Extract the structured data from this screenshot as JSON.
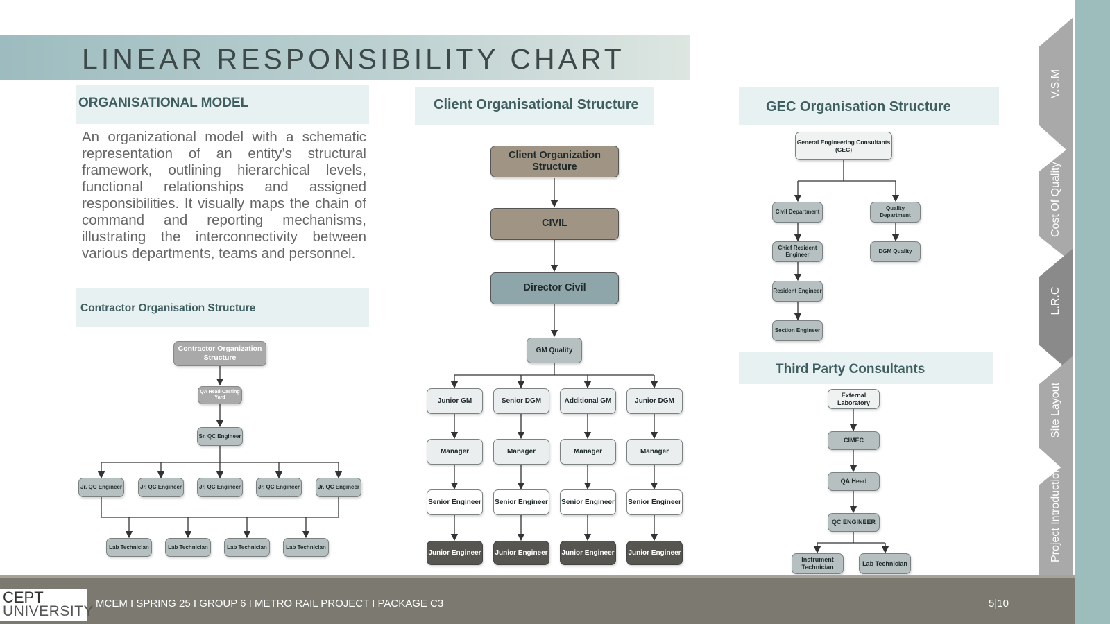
{
  "title": "LINEAR RESPONSIBILITY CHART",
  "organisational_model": {
    "heading": "ORGANISATIONAL MODEL",
    "text": "An organizational model with a schematic representation of an entity’s structural framework, outlining hierarchical levels, functional relationships and assigned responsibilities. It visually maps the chain of command and reporting mechanisms, illustrating the interconnectivity between various departments, teams and personnel."
  },
  "contractor": {
    "heading": "Contractor Organisation Structure",
    "root": "Contractor Organization Structure",
    "qa_head": "QA Head-Casting Yard",
    "sr_qc": "Sr. QC Engineer",
    "jr_qc": [
      "Jr. QC Engineer",
      "Jr. QC Engineer",
      "Jr. QC Engineer",
      "Jr. QC Engineer",
      "Jr. QC Engineer"
    ],
    "lab": [
      "Lab Technician",
      "Lab Technician",
      "Lab Technician",
      "Lab Technician"
    ]
  },
  "client": {
    "heading": "Client Organisational Structure",
    "root": "Client Organization Structure",
    "civil": "CIVIL",
    "director": "Director Civil",
    "gm_quality": "GM Quality",
    "level1": [
      "Junior GM",
      "Senior DGM",
      "Additional GM",
      "Junior DGM"
    ],
    "managers": [
      "Manager",
      "Manager",
      "Manager",
      "Manager"
    ],
    "senior_engineers": [
      "Senior Engineer",
      "Senior Engineer",
      "Senior Engineer",
      "Senior Engineer"
    ],
    "junior_engineers": [
      "Junior Engineer",
      "Junior Engineer",
      "Junior Engineer",
      "Junior Engineer"
    ]
  },
  "gec": {
    "heading": "GEC Organisation Structure",
    "root": "General Engineering Consultants (GEC)",
    "civil_dept": "Civil Department",
    "quality_dept": "Quality Department",
    "chief_resident": "Chief Resident Engineer",
    "dgm_quality": "DGM Quality",
    "resident": "Resident Engineer",
    "section": "Section Engineer"
  },
  "third_party": {
    "heading": "Third Party Consultants",
    "external_lab": "External Laboratory",
    "cimec": "CIMEC",
    "qa_head": "QA Head",
    "qc_engineer": "QC ENGINEER",
    "instrument": "Instrument Technician",
    "lab": "Lab Technician"
  },
  "side_tabs": [
    "V.S.M",
    "Cost Of Quality",
    "L.R.C",
    "Site Layout",
    "Project Introduction"
  ],
  "footer": {
    "logo_line1": "CEPT",
    "logo_line2": "UNIVERSITY",
    "text": "MCEM I SPRING 25 I GROUP 6 I METRO RAIL PROJECT I PACKAGE C3",
    "page": "5|10"
  },
  "colors": {
    "title_bar": "#9dbcbf",
    "panel": "#e8f1f1",
    "client_top": "#a09584",
    "client_director": "#8ea5aa",
    "node_grey": "#b6c0c0",
    "node_light": "#ebeeee",
    "node_dark": "#565550",
    "footer": "#7b7970",
    "tab_grey": "#a9a9a9",
    "tab_active": "#8a8a8a"
  }
}
